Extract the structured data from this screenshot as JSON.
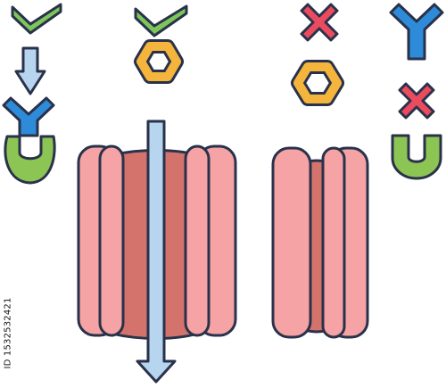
{
  "diagram": {
    "panels": [
      {
        "id": "receptor-binding",
        "status": "allowed",
        "icon": "check-icon",
        "sequence": [
          "arrow-down-icon",
          "y-receptor-icon",
          "cup-ligand-icon"
        ]
      },
      {
        "id": "open-channel",
        "status": "allowed",
        "icon": "check-icon",
        "sequence": [
          "hexagon-molecule-icon",
          "open-channel-pore",
          "arrow-through-channel"
        ]
      },
      {
        "id": "closed-channel",
        "status": "blocked",
        "icon": "cross-icon",
        "sequence": [
          "hexagon-molecule-icon",
          "narrow-channel-pore"
        ]
      },
      {
        "id": "receptor-mismatch",
        "status": "blocked",
        "icon": "y-receptor-icon",
        "sequence": [
          "cross-icon",
          "u-ligand-icon"
        ]
      }
    ],
    "colors": {
      "check_green": "#7ec65a",
      "cross_red": "#ea4b5e",
      "receptor_blue": "#2d8bd9",
      "ligand_green": "#8cc553",
      "hexagon_orange": "#f5b53c",
      "channel_pink": "#f5a3a4",
      "channel_inner": "#d4736c",
      "arrow_blue": "#b7d5ee",
      "outline": "#29324a"
    }
  },
  "watermark": {
    "id_text": "ID 1532532421"
  }
}
